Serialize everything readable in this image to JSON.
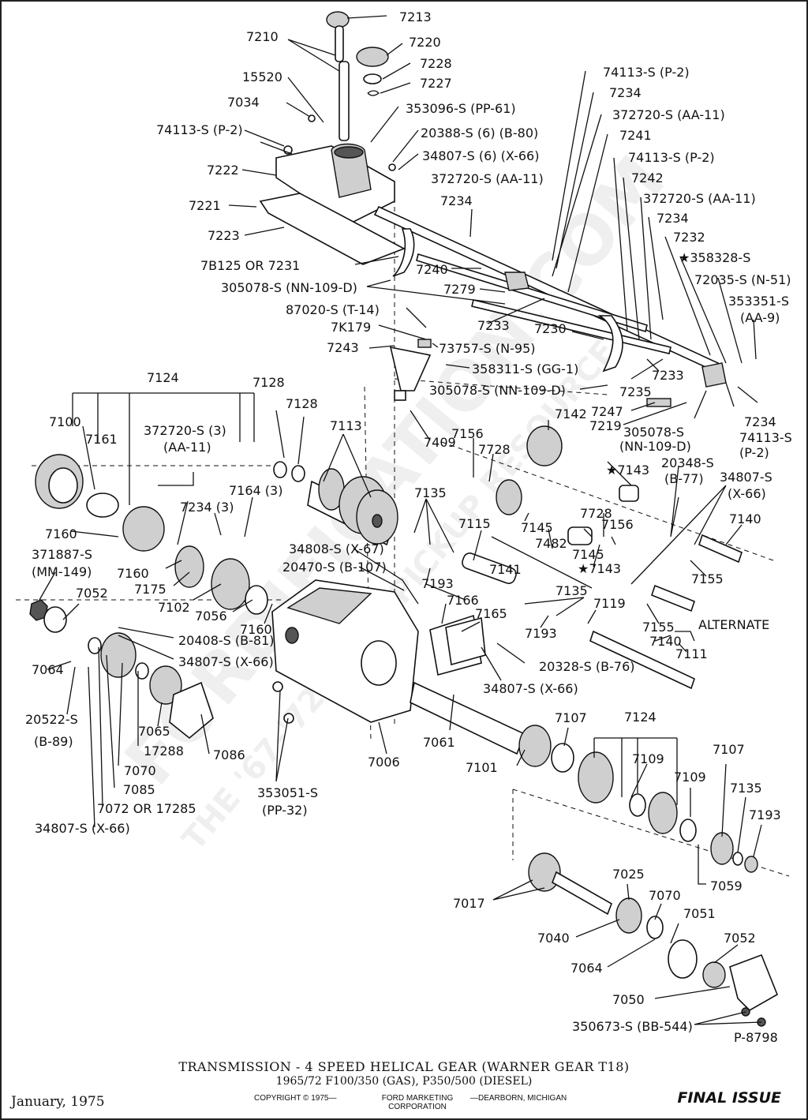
{
  "diagram": {
    "labels": [
      "7213",
      "7210",
      "7220",
      "15520",
      "7228",
      "7227",
      "7034",
      "353096-S (PP-61)",
      "74113-S (P-2)",
      "20388-S (6) (B-80)",
      "34807-S (6) (X-66)",
      "7222",
      "372720-S (AA-11)",
      "7221",
      "7234",
      "7223",
      "7B125 OR 7231",
      "7240",
      "305078-S (NN-109-D)",
      "7279",
      "87020-S (T-14)",
      "7K179",
      "73757-S (N-95)",
      "7243",
      "358311-S (GG-1)",
      "305078-S (NN-109-D)",
      "7409",
      "74113-S (P-2)",
      "7234",
      "372720-S (AA-11)",
      "7241",
      "74113-S (P-2)",
      "7242",
      "372720-S  (AA-11)",
      "7234",
      "7232",
      "★358328-S",
      "72035-S (N-51)",
      "353351-S",
      "(AA-9)",
      "7233",
      "7230",
      "7233",
      "7235",
      "7234",
      "7247",
      "7219",
      "305078-S",
      "(NN-109-D)",
      "74113-S",
      "(P-2)",
      "7124",
      "7100",
      "7161",
      "372720-S (3)",
      "(AA-11)",
      "7128",
      "7128",
      "7113",
      "7160",
      "7234 (3)",
      "7164 (3)",
      "371887-S",
      "(MM-149)",
      "7160",
      "7175",
      "7102",
      "7056",
      "7160",
      "34808-S (X-67)",
      "20470-S (B-107)",
      "7052",
      "20408-S (B-81)",
      "34807-S (X-66)",
      "7064",
      "7065",
      "7086",
      "17288",
      "7070",
      "7085",
      "7072 OR 17285",
      "34807-S (X-66)",
      "20522-S",
      "(B-89)",
      "353051-S",
      "(PP-32)",
      "7006",
      "7061",
      "7142",
      "7156",
      "7728",
      "★7143",
      "7135",
      "7145",
      "7482",
      "7145",
      "★7143",
      "7728",
      "7156",
      "7115",
      "7141",
      "7193",
      "7135",
      "7166",
      "7165",
      "7193",
      "7119",
      "20328-S (B-76)",
      "34807-S (X-66)",
      "20348-S",
      "(B-77)",
      "34807-S",
      "(X-66)",
      "7140",
      "7155",
      "7155",
      "ALTERNATE",
      "7140",
      "7111",
      "7107",
      "7124",
      "7101",
      "7109",
      "7109",
      "7107",
      "7135",
      "7193",
      "7059",
      "7025",
      "7070",
      "7017",
      "7040",
      "7051",
      "7052",
      "7064",
      "7050",
      "350673-S (BB-544)",
      "P-8798"
    ]
  },
  "watermark": {
    "brand": "FORDIFICATION.COM",
    "tagline": "THE '67-'72 FORD PICKUP RESOURCE"
  },
  "footer": {
    "title": "TRANSMISSION - 4 SPEED HELICAL GEAR (WARNER GEAR T18)",
    "subtitle": "1965/72  F100/350 (GAS), P350/500 (DIESEL)",
    "date": "January, 1975",
    "copyright": "COPYRIGHT © 1975—",
    "marketing": "FORD MARKETING CORPORATION",
    "location": "—DEARBORN, MICHIGAN",
    "issue": "FINAL ISSUE"
  }
}
